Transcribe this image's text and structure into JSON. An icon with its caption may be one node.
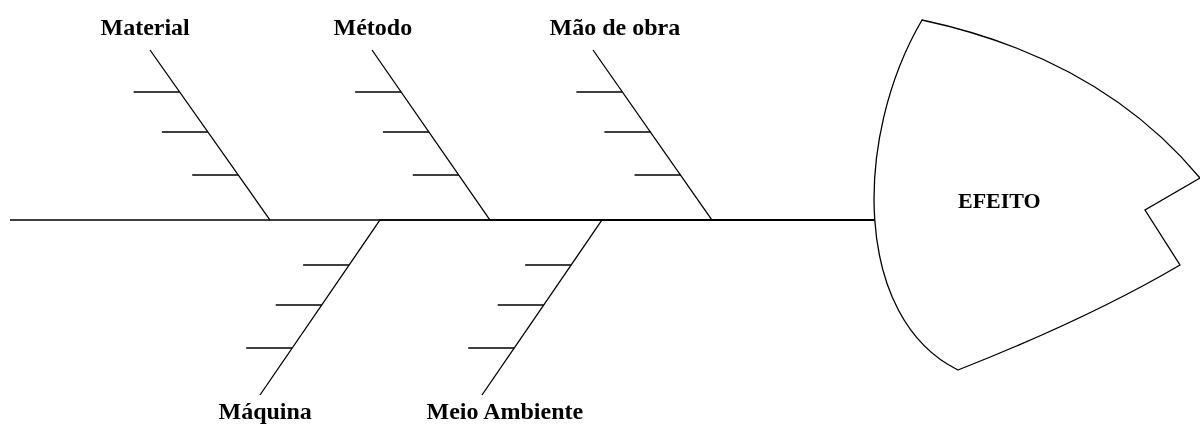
{
  "diagram": {
    "nodes": [
      {
        "text": [
          "Material"
        ]
      },
      {
        "text": [
          "Método"
        ]
      },
      {
        "text": [
          "Mão de obra"
        ]
      },
      {
        "text": [
          "Máquina"
        ]
      },
      {
        "text": [
          "Meio Ambiente"
        ]
      },
      {
        "text": [
          "EFEITO"
        ]
      }
    ],
    "edges": [
      {
        "from": 0,
        "to": 5,
        "arrow": "none"
      },
      {
        "from": 1,
        "to": 5,
        "arrow": "none"
      },
      {
        "from": 2,
        "to": 5,
        "arrow": "none"
      },
      {
        "from": 3,
        "to": 5,
        "arrow": "none"
      },
      {
        "from": 4,
        "to": 5,
        "arrow": "none"
      }
    ]
  }
}
